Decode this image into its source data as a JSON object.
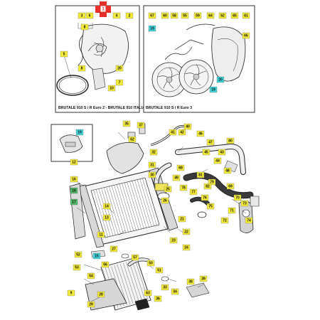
{
  "colors": {
    "line": "#222222",
    "frame": "#555555",
    "yellow_tag": "#f3ea3a",
    "cyan_tag": "#3fd3d8",
    "green_tag": "#52b868",
    "marker": "#e8302a",
    "fill_light": "#eeeeee",
    "fill_mid": "#cfcfcf"
  },
  "insets": {
    "left_caption": "BRUTALE 910 S / R Euro 2 - BRUTALE 910 ITALIA",
    "right_caption": "BRUTALE 910 S / R Euro 3"
  },
  "badge": {
    "value": "1"
  },
  "callouts": [
    {
      "id": "c01",
      "label": "3",
      "tone": "yellow"
    },
    {
      "id": "c02",
      "label": "6",
      "tone": "yellow"
    },
    {
      "id": "c03",
      "label": "4",
      "tone": "yellow"
    },
    {
      "id": "c04",
      "label": "2",
      "tone": "yellow"
    },
    {
      "id": "c05",
      "label": "5",
      "tone": "yellow"
    },
    {
      "id": "c06",
      "label": "8",
      "tone": "yellow"
    },
    {
      "id": "c07",
      "label": "7",
      "tone": "yellow"
    },
    {
      "id": "c08",
      "label": "10",
      "tone": "yellow"
    },
    {
      "id": "c09",
      "label": "8",
      "tone": "yellow"
    },
    {
      "id": "c10",
      "label": "20",
      "tone": "yellow"
    },
    {
      "id": "c11",
      "label": "60",
      "tone": "yellow"
    },
    {
      "id": "c12",
      "label": "58",
      "tone": "yellow"
    },
    {
      "id": "c13",
      "label": "55",
      "tone": "yellow"
    },
    {
      "id": "c14",
      "label": "59",
      "tone": "yellow"
    },
    {
      "id": "c15",
      "label": "64",
      "tone": "yellow"
    },
    {
      "id": "c16",
      "label": "62",
      "tone": "yellow"
    },
    {
      "id": "c17",
      "label": "65",
      "tone": "yellow"
    },
    {
      "id": "c18",
      "label": "61",
      "tone": "yellow"
    },
    {
      "id": "c19",
      "label": "67",
      "tone": "yellow"
    },
    {
      "id": "c20",
      "label": "66",
      "tone": "yellow"
    },
    {
      "id": "c21",
      "label": "19",
      "tone": "cyan"
    },
    {
      "id": "c22",
      "label": "19",
      "tone": "cyan"
    },
    {
      "id": "c23",
      "label": "20",
      "tone": "cyan"
    },
    {
      "id": "c24",
      "label": "37",
      "tone": "yellow"
    },
    {
      "id": "c25",
      "label": "35",
      "tone": "yellow"
    },
    {
      "id": "c26",
      "label": "62",
      "tone": "yellow"
    },
    {
      "id": "c27",
      "label": "41",
      "tone": "yellow"
    },
    {
      "id": "c28",
      "label": "42",
      "tone": "yellow"
    },
    {
      "id": "c29",
      "label": "40",
      "tone": "yellow"
    },
    {
      "id": "c30",
      "label": "46",
      "tone": "yellow"
    },
    {
      "id": "c31",
      "label": "47",
      "tone": "yellow"
    },
    {
      "id": "c32",
      "label": "45",
      "tone": "yellow"
    },
    {
      "id": "c33",
      "label": "44",
      "tone": "yellow"
    },
    {
      "id": "c34",
      "label": "43",
      "tone": "yellow"
    },
    {
      "id": "c35",
      "label": "48",
      "tone": "yellow"
    },
    {
      "id": "c36",
      "label": "32",
      "tone": "yellow"
    },
    {
      "id": "c37",
      "label": "31",
      "tone": "yellow"
    },
    {
      "id": "c38",
      "label": "30",
      "tone": "yellow"
    },
    {
      "id": "c39",
      "label": "19",
      "tone": "cyan"
    },
    {
      "id": "c40",
      "label": "18",
      "tone": "green"
    },
    {
      "id": "c41",
      "label": "17",
      "tone": "green"
    },
    {
      "id": "c42",
      "label": "16",
      "tone": "yellow"
    },
    {
      "id": "c43",
      "label": "12",
      "tone": "yellow"
    },
    {
      "id": "c44",
      "label": "14",
      "tone": "yellow"
    },
    {
      "id": "c45",
      "label": "13",
      "tone": "yellow"
    },
    {
      "id": "c46",
      "label": "11",
      "tone": "yellow"
    },
    {
      "id": "c47",
      "label": "25",
      "tone": "yellow"
    },
    {
      "id": "c48",
      "label": "26",
      "tone": "yellow"
    },
    {
      "id": "c49",
      "label": "21",
      "tone": "yellow"
    },
    {
      "id": "c50",
      "label": "22",
      "tone": "yellow"
    },
    {
      "id": "c51",
      "label": "23",
      "tone": "yellow"
    },
    {
      "id": "c52",
      "label": "24",
      "tone": "yellow"
    },
    {
      "id": "c53",
      "label": "69",
      "tone": "yellow"
    },
    {
      "id": "c54",
      "label": "70",
      "tone": "yellow"
    },
    {
      "id": "c55",
      "label": "71",
      "tone": "yellow"
    },
    {
      "id": "c56",
      "label": "73",
      "tone": "yellow"
    },
    {
      "id": "c57",
      "label": "74",
      "tone": "yellow"
    },
    {
      "id": "c58",
      "label": "72",
      "tone": "yellow"
    },
    {
      "id": "c59",
      "label": "75",
      "tone": "yellow"
    },
    {
      "id": "c60",
      "label": "76",
      "tone": "yellow"
    },
    {
      "id": "c61",
      "label": "77",
      "tone": "yellow"
    },
    {
      "id": "c62",
      "label": "78",
      "tone": "yellow"
    },
    {
      "id": "c63",
      "label": "79",
      "tone": "yellow"
    },
    {
      "id": "c64",
      "label": "80",
      "tone": "yellow"
    },
    {
      "id": "c65",
      "label": "52",
      "tone": "yellow"
    },
    {
      "id": "c66",
      "label": "53",
      "tone": "yellow"
    },
    {
      "id": "c67",
      "label": "54",
      "tone": "yellow"
    },
    {
      "id": "c68",
      "label": "50",
      "tone": "yellow"
    },
    {
      "id": "c69",
      "label": "51",
      "tone": "yellow"
    },
    {
      "id": "c70",
      "label": "28",
      "tone": "yellow"
    },
    {
      "id": "c71",
      "label": "29",
      "tone": "yellow"
    },
    {
      "id": "c72",
      "label": "33",
      "tone": "yellow"
    },
    {
      "id": "c73",
      "label": "34",
      "tone": "yellow"
    },
    {
      "id": "c74",
      "label": "36",
      "tone": "yellow"
    },
    {
      "id": "c75",
      "label": "38",
      "tone": "yellow"
    },
    {
      "id": "c76",
      "label": "39",
      "tone": "yellow"
    },
    {
      "id": "c77",
      "label": "9",
      "tone": "yellow"
    },
    {
      "id": "c78",
      "label": "15",
      "tone": "cyan"
    },
    {
      "id": "c79",
      "label": "27",
      "tone": "yellow"
    },
    {
      "id": "c80",
      "label": "56",
      "tone": "yellow"
    },
    {
      "id": "c81",
      "label": "57",
      "tone": "yellow"
    },
    {
      "id": "c82",
      "label": "63",
      "tone": "yellow"
    },
    {
      "id": "c83",
      "label": "68",
      "tone": "yellow"
    },
    {
      "id": "c84",
      "label": "49",
      "tone": "yellow"
    },
    {
      "id": "c85",
      "label": "81",
      "tone": "yellow"
    },
    {
      "id": "c86",
      "label": "82",
      "tone": "yellow"
    }
  ]
}
